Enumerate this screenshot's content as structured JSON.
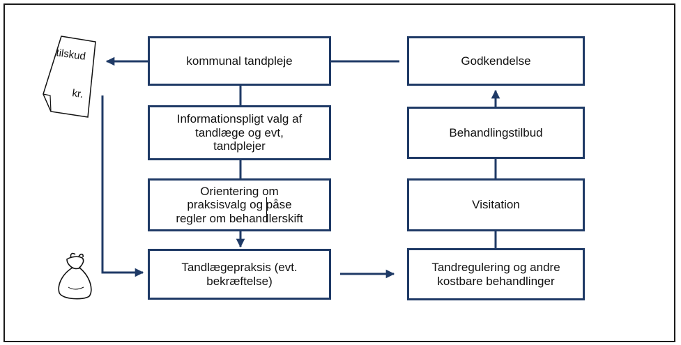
{
  "diagram": {
    "boxes": {
      "kommunal": "kommunal tandpleje",
      "information": "Informationspligt valg af\ntandlæge og evt,\ntandplejer",
      "orientering": "Orientering om\npraksisvalg og påse\nregler om behandlerskift",
      "tandlaege": "Tandlægepraksis (evt.\nbekræftelse)",
      "godkendelse": "Godkendelse",
      "behandlingstilbud": "Behandlingstilbud",
      "visitation": "Visitation",
      "tandregulering": "Tandregulering og andre\nkostbare  behandlinger"
    },
    "note": {
      "top_text": "tilskud",
      "bottom_text": "kr."
    },
    "colors": {
      "box_border": "#1f3a66",
      "arrow": "#1f3a66",
      "frame": "#1a1a1a"
    },
    "icons": {
      "note": "receipt-note-icon",
      "moneybag": "money-bag-icon"
    }
  }
}
